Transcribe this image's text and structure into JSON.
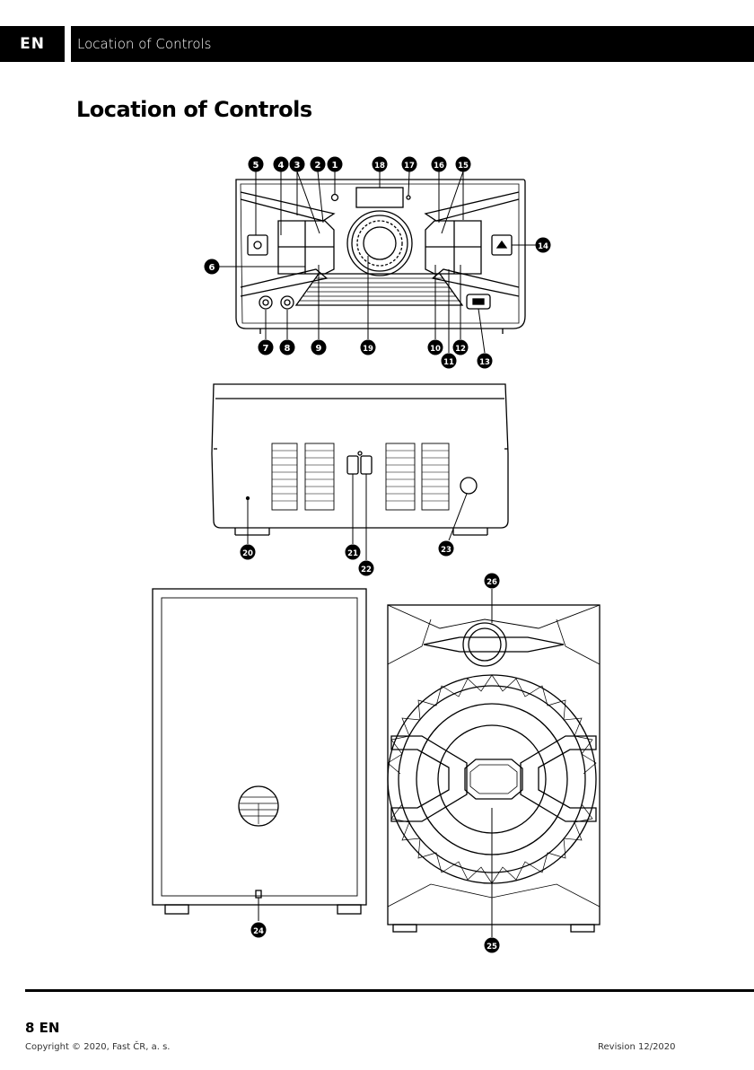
{
  "header": {
    "lang": "EN",
    "section": "Location of Controls"
  },
  "page_title": "Location of Controls",
  "callouts": {
    "c1": "1",
    "c2": "2",
    "c3": "3",
    "c4": "4",
    "c5": "5",
    "c6": "6",
    "c7": "7",
    "c8": "8",
    "c9": "9",
    "c10": "10",
    "c11": "11",
    "c12": "12",
    "c13": "13",
    "c14": "14",
    "c15": "15",
    "c16": "16",
    "c17": "17",
    "c18": "18",
    "c19": "19",
    "c20": "20",
    "c21": "21",
    "c22": "22",
    "c23": "23",
    "c24": "24",
    "c25": "25",
    "c26": "26"
  },
  "footer": {
    "page_number": "8 EN",
    "copyright": "Copyright © 2020, Fast ČR, a. s.",
    "revision": "Revision 12/2020"
  }
}
